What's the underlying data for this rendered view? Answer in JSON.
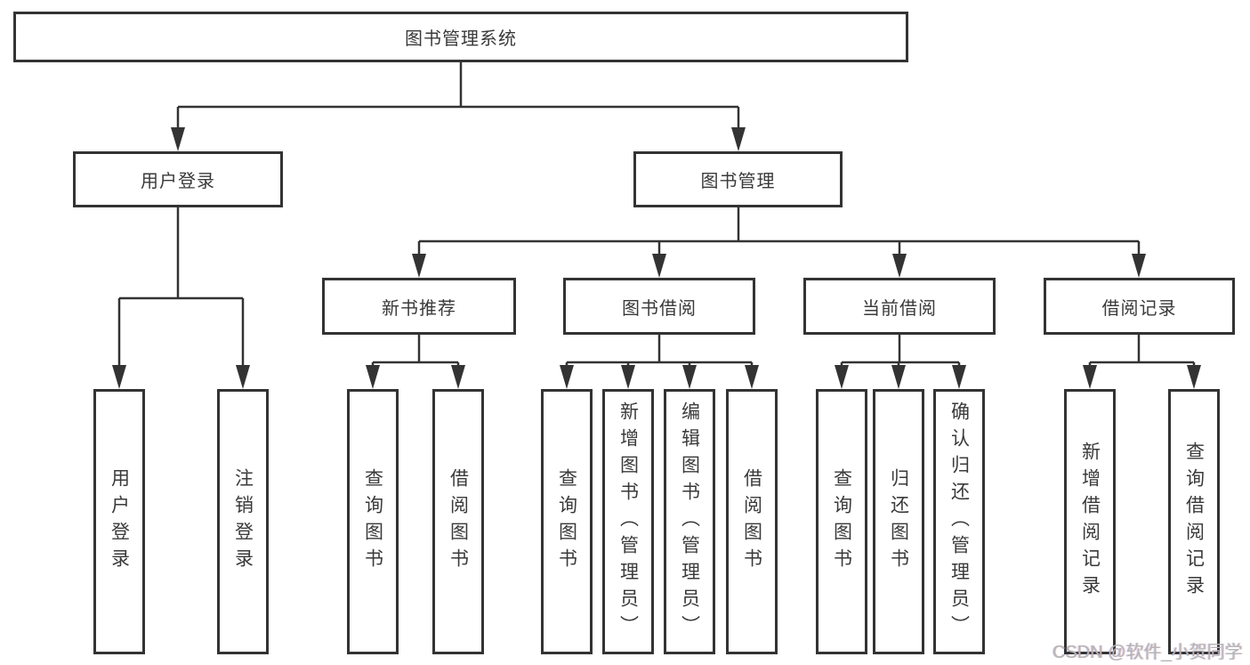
{
  "root": {
    "label": "图书管理系统"
  },
  "branches": [
    {
      "id": "user-login",
      "label": "用户登录"
    },
    {
      "id": "book-management",
      "label": "图书管理"
    }
  ],
  "modules": [
    {
      "id": "new-book-recommend",
      "label": "新书推荐",
      "parent": "图书管理"
    },
    {
      "id": "book-borrowing",
      "label": "图书借阅",
      "parent": "图书管理"
    },
    {
      "id": "current-borrowing",
      "label": "当前借阅",
      "parent": "图书管理"
    },
    {
      "id": "borrowing-records",
      "label": "借阅记录",
      "parent": "图书管理"
    }
  ],
  "leaves": [
    {
      "label": "用户登录",
      "parent": "用户登录"
    },
    {
      "label": "注销登录",
      "parent": "用户登录"
    },
    {
      "label": "查询图书",
      "parent": "新书推荐"
    },
    {
      "label": "借阅图书",
      "parent": "新书推荐"
    },
    {
      "label": "查询图书",
      "parent": "图书借阅"
    },
    {
      "label": "新增图书（管理员）",
      "parent": "图书借阅"
    },
    {
      "label": "编辑图书（管理员）",
      "parent": "图书借阅"
    },
    {
      "label": "借阅图书",
      "parent": "图书借阅"
    },
    {
      "label": "查询图书",
      "parent": "当前借阅"
    },
    {
      "label": "归还图书",
      "parent": "当前借阅"
    },
    {
      "label": "确认归还（管理员）",
      "parent": "当前借阅"
    },
    {
      "label": "新增借阅记录",
      "parent": "借阅记录"
    },
    {
      "label": "查询借阅记录",
      "parent": "借阅记录"
    }
  ],
  "watermark": {
    "text": "CSDN @软件_小贺同学"
  },
  "colors": {
    "line": "#333333",
    "text": "#3a3a3a",
    "background": "#ffffff",
    "watermark": "#b5b5b5"
  }
}
